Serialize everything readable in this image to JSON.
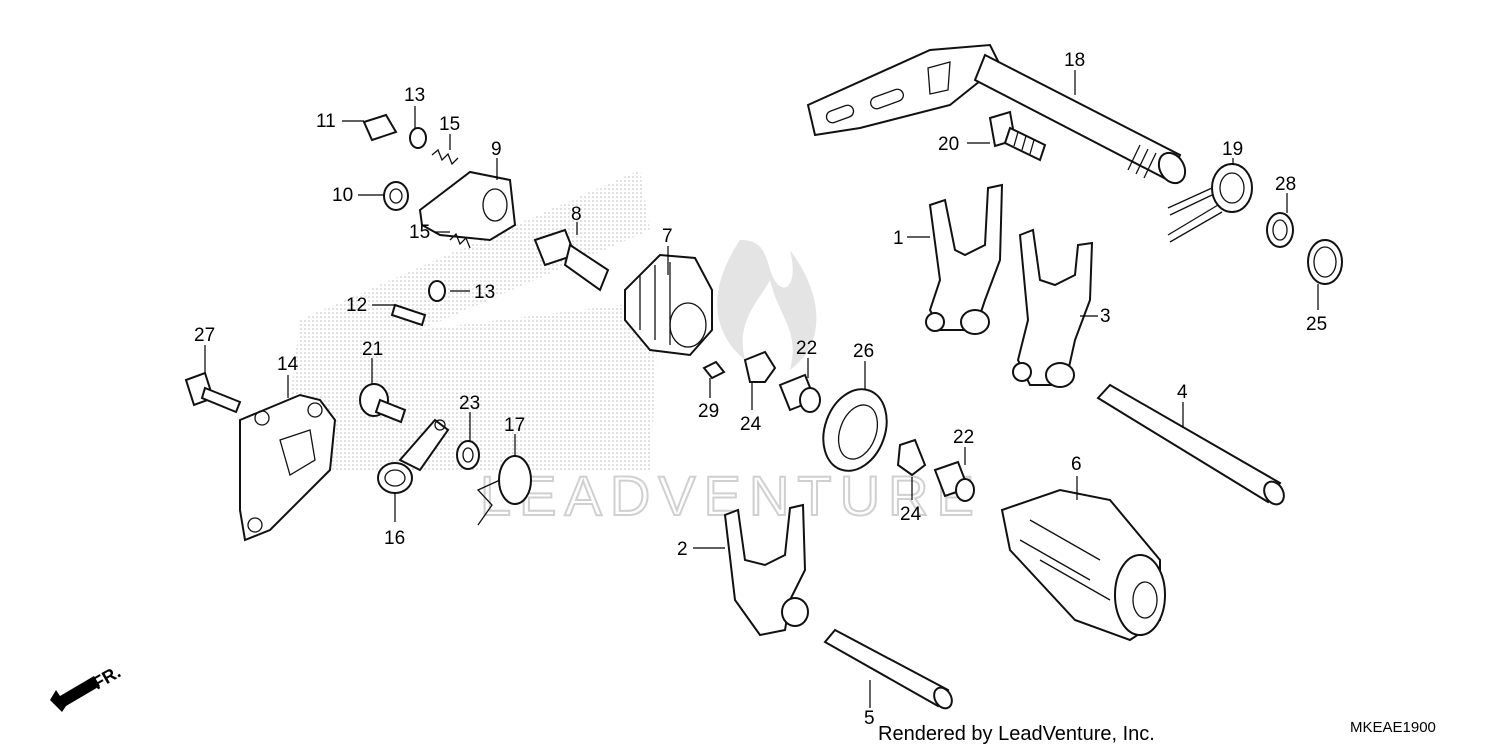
{
  "diagram": {
    "callouts": [
      {
        "id": "1",
        "label": "1"
      },
      {
        "id": "2",
        "label": "2"
      },
      {
        "id": "3",
        "label": "3"
      },
      {
        "id": "4",
        "label": "4"
      },
      {
        "id": "5",
        "label": "5"
      },
      {
        "id": "6",
        "label": "6"
      },
      {
        "id": "7",
        "label": "7"
      },
      {
        "id": "8",
        "label": "8"
      },
      {
        "id": "9",
        "label": "9"
      },
      {
        "id": "10",
        "label": "10"
      },
      {
        "id": "11",
        "label": "11"
      },
      {
        "id": "12",
        "label": "12"
      },
      {
        "id": "13a",
        "label": "13"
      },
      {
        "id": "13b",
        "label": "13"
      },
      {
        "id": "14",
        "label": "14"
      },
      {
        "id": "15a",
        "label": "15"
      },
      {
        "id": "15b",
        "label": "15"
      },
      {
        "id": "16",
        "label": "16"
      },
      {
        "id": "17",
        "label": "17"
      },
      {
        "id": "18",
        "label": "18"
      },
      {
        "id": "19",
        "label": "19"
      },
      {
        "id": "20",
        "label": "20"
      },
      {
        "id": "21",
        "label": "21"
      },
      {
        "id": "22a",
        "label": "22"
      },
      {
        "id": "22b",
        "label": "22"
      },
      {
        "id": "23",
        "label": "23"
      },
      {
        "id": "24a",
        "label": "24"
      },
      {
        "id": "24b",
        "label": "24"
      },
      {
        "id": "25",
        "label": "25"
      },
      {
        "id": "26",
        "label": "26"
      },
      {
        "id": "27",
        "label": "27"
      },
      {
        "id": "28",
        "label": "28"
      },
      {
        "id": "29",
        "label": "29"
      }
    ],
    "direction_label": "FR.",
    "footer_text": "Rendered by LeadVenture, Inc.",
    "diagram_code": "MKEAE1900",
    "watermark_text": "LEADVENTURE"
  },
  "icons": {
    "direction_arrow": "front-direction-arrow-icon",
    "watermark_logo": "leadventure-flame-logo-icon"
  }
}
